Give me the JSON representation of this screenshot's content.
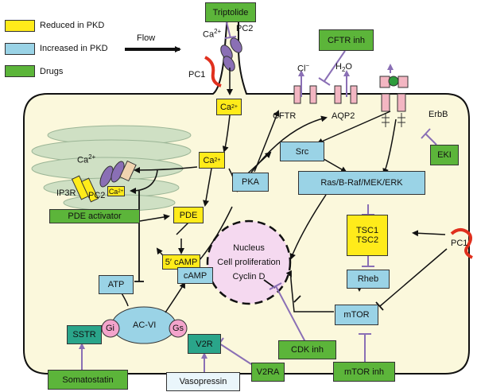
{
  "legend": {
    "reduced": {
      "label": "Reduced in PKD",
      "color": "#ffeb1a"
    },
    "increased": {
      "label": "Increased in PKD",
      "color": "#9ad3e6"
    },
    "drugs": {
      "label": "Drugs",
      "color": "#5cb53a"
    }
  },
  "labels": {
    "flow": "Flow",
    "ca_pc2_ca": "Ca",
    "ca_pc2_sup": "2+",
    "pc2_top": "PC2",
    "pc1_top": "PC1",
    "cl": "Cl",
    "cl_sup": "−",
    "h2o": "H",
    "h2o_sub": "2",
    "h2o_end": "O",
    "cftr": "CFTR",
    "aqp2": "AQP2",
    "erbb": "ErbB",
    "er_ca": "Ca",
    "er_ca_sup": "2+",
    "ip3r": "IP3R",
    "pc2_er": "PC2",
    "pc1_right": "PC1",
    "ac_vi": "AC-VI",
    "gi": "Gi",
    "gs": "Gs"
  },
  "boxes": {
    "triptolide": "Triptolide",
    "cftr_inh": "CFTR inh",
    "eki": "EKI",
    "ca_cilia": "Ca",
    "ca_cilia_sup": "2+",
    "ca_mid": "Ca",
    "ca_mid_sup": "2+",
    "ca_er": "Ca",
    "ca_er_sup": "2+",
    "pka": "PKA",
    "src": "Src",
    "ras": "Ras/B-Raf/MEK/ERK",
    "tsc1": "TSC1",
    "tsc2": "TSC2",
    "rheb": "Rheb",
    "mtor": "mTOR",
    "pde": "PDE",
    "pde_activator": "PDE activator",
    "five_camp": "5′ cAMP",
    "camp": "cAMP",
    "atp": "ATP",
    "sstr": "SSTR",
    "v2r": "V2R",
    "somatostatin": "Somatostatin",
    "vasopressin": "Vasopressin",
    "v2ra": "V2RA",
    "cdk_inh": "CDK inh",
    "mtor_inh": "mTOR inh"
  },
  "nucleus": {
    "line1": "Nucleus",
    "line2": "Cell proliferation",
    "line3": "Cyclin D"
  }
}
